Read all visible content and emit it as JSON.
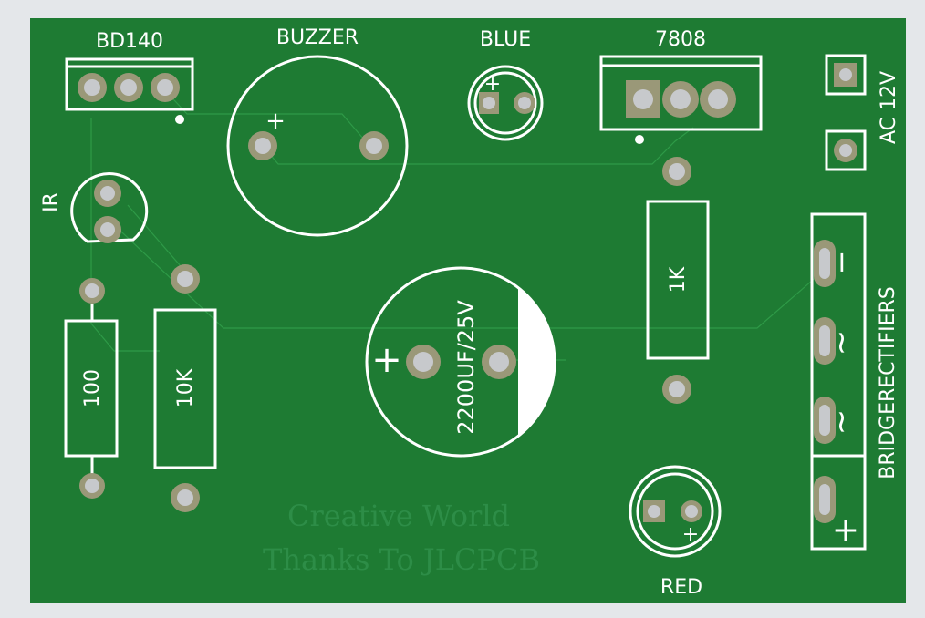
{
  "board": {
    "background_color": "#e4e7ea",
    "pcb_color": "#1e7b33",
    "silkscreen_color": "#ffffff",
    "trace_color": "#2e9a47",
    "pad_ring_color": "#9a9878",
    "pad_hole_color": "#c7c9cc"
  },
  "labels": {
    "bd140": "BD140",
    "buzzer": "BUZZER",
    "blue": "BLUE",
    "regulator": "7808",
    "ac": "AC 12V",
    "ir": "IR",
    "capacitor": "2200UF/25V",
    "r1k": "1K",
    "r100": "100",
    "r10k": "10K",
    "red": "RED",
    "bridge": "BRIDGERECTIFIERS"
  },
  "symbols": {
    "plus": "+",
    "minus": "−",
    "ac": "~"
  },
  "watermark": {
    "line1": "Creative World",
    "line2": "Thanks To JLCPCB"
  }
}
